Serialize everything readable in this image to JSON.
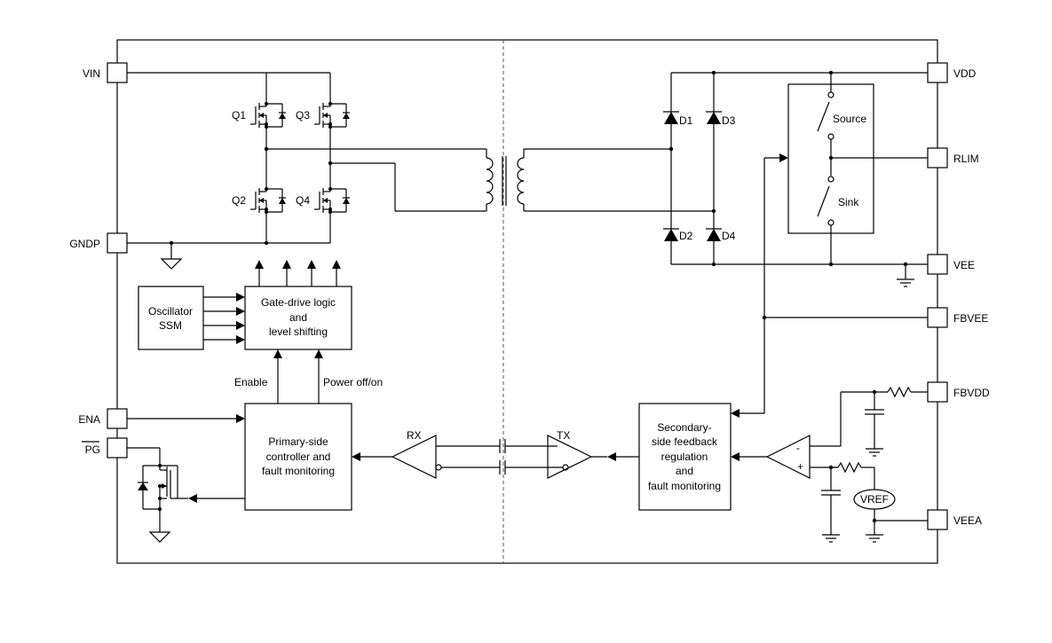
{
  "pins": {
    "vin": "VIN",
    "gndp": "GNDP",
    "ena": "ENA",
    "pg": "PG",
    "vdd": "VDD",
    "rlim": "RLIM",
    "vee": "VEE",
    "fbvee": "FBVEE",
    "fbvdd": "FBVDD",
    "veea": "VEEA"
  },
  "transistors": {
    "q1": "Q1",
    "q2": "Q2",
    "q3": "Q3",
    "q4": "Q4"
  },
  "diodes": {
    "d1": "D1",
    "d2": "D2",
    "d3": "D3",
    "d4": "D4"
  },
  "switches": {
    "source": "Source",
    "sink": "Sink"
  },
  "blocks": {
    "oscillator": [
      "Oscillator",
      "SSM"
    ],
    "gate_drive": [
      "Gate-drive logic",
      "and",
      "level shifting"
    ],
    "primary": [
      "Primary-side",
      "controller and",
      "fault monitoring"
    ],
    "secondary": [
      "Secondary-",
      "side feedback",
      "regulation",
      "and",
      "fault monitoring"
    ]
  },
  "signals": {
    "enable": "Enable",
    "power": "Power off/on",
    "rx": "RX",
    "tx": "TX",
    "vref": "VREF",
    "minus": "-",
    "plus": "+"
  }
}
